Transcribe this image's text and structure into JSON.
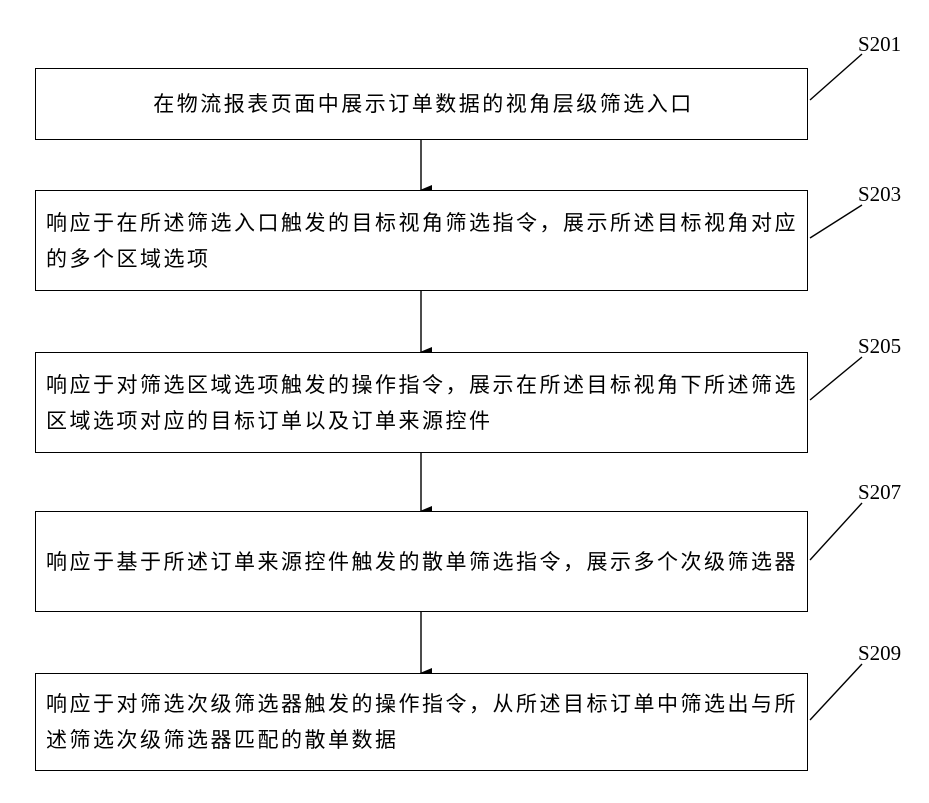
{
  "steps": [
    {
      "id": "S201",
      "text": "在物流报表页面中展示订单数据的视角层级筛选入口"
    },
    {
      "id": "S203",
      "text": "响应于在所述筛选入口触发的目标视角筛选指令，展示所述目标视角对应的多个区域选项"
    },
    {
      "id": "S205",
      "text": "响应于对筛选区域选项触发的操作指令，展示在所述目标视角下所述筛选区域选项对应的目标订单以及订单来源控件"
    },
    {
      "id": "S207",
      "text": "响应于基于所述订单来源控件触发的散单筛选指令，展示多个次级筛选器"
    },
    {
      "id": "S209",
      "text": "响应于对筛选次级筛选器触发的操作指令，从所述目标订单中筛选出与所述筛选次级筛选器匹配的散单数据"
    }
  ]
}
